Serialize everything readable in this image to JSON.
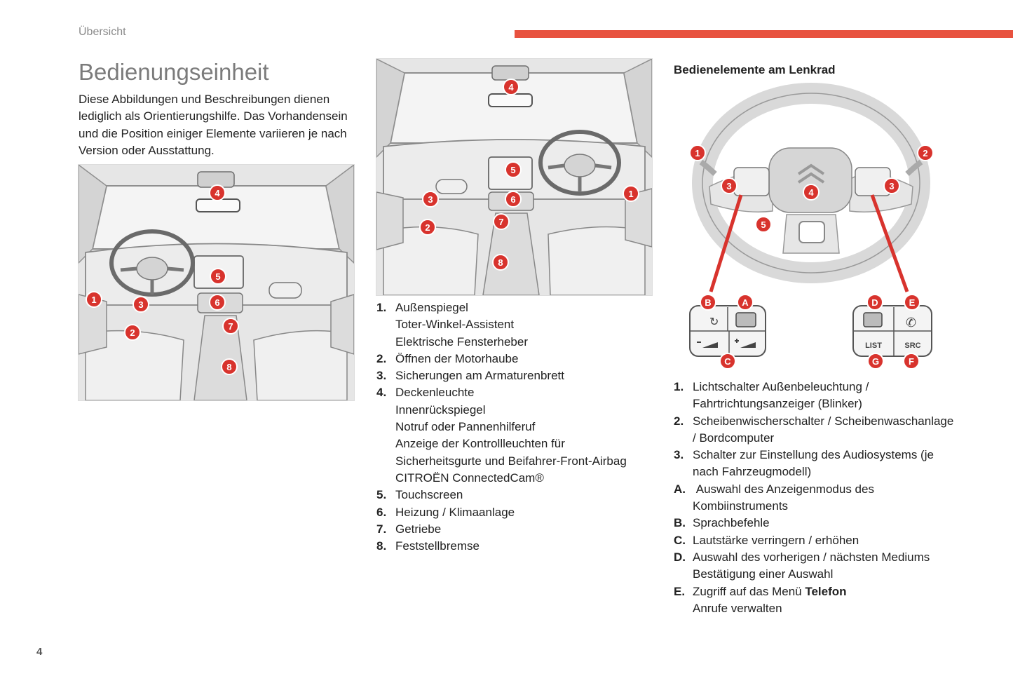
{
  "header": {
    "section": "Übersicht"
  },
  "title": "Bedienungseinheit",
  "intro": "Diese Abbildungen und Beschreibungen dienen lediglich als Orientierungshilfe. Das Vorhandensein und die Position einiger Elemente variieren je nach Version oder Ausstattung.",
  "colors": {
    "accent": "#e8523f",
    "marker": "#d8332d",
    "illustration_bg": "#e6e6e6"
  },
  "figure_left": {
    "markers": [
      "4",
      "5",
      "6",
      "7",
      "8",
      "1",
      "3",
      "2"
    ]
  },
  "figure_mid": {
    "markers": [
      "4",
      "5",
      "6",
      "7",
      "8",
      "3",
      "2",
      "1"
    ]
  },
  "steering": {
    "title": "Bedienelemente am Lenkrad",
    "markers": [
      "1",
      "2",
      "3",
      "3",
      "4",
      "5"
    ],
    "letter_markers": [
      "A",
      "B",
      "C",
      "D",
      "E",
      "F",
      "G"
    ],
    "left_pad": {
      "icons": [
        "voice-icon",
        "scroll-wheel-icon",
        "volume-down-icon",
        "volume-up-icon"
      ]
    },
    "right_pad": {
      "buttons": [
        "LIST",
        "SRC"
      ],
      "icons": [
        "scroll-wheel-icon",
        "phone-icon"
      ]
    }
  },
  "controls_list": [
    {
      "num": "1.",
      "lines": [
        "Außenspiegel",
        "Toter-Winkel-Assistent",
        "Elektrische Fensterheber"
      ]
    },
    {
      "num": "2.",
      "lines": [
        "Öffnen der Motorhaube"
      ]
    },
    {
      "num": "3.",
      "lines": [
        "Sicherungen am Armaturenbrett"
      ]
    },
    {
      "num": "4.",
      "lines": [
        "Deckenleuchte",
        "Innenrückspiegel",
        "Notruf oder Pannenhilferuf",
        "Anzeige der Kontrollleuchten für Sicherheitsgurte und Beifahrer-Front-Airbag",
        "CITROËN ConnectedCam®"
      ]
    },
    {
      "num": "5.",
      "lines": [
        "Touchscreen"
      ]
    },
    {
      "num": "6.",
      "lines": [
        "Heizung / Klimaanlage"
      ]
    },
    {
      "num": "7.",
      "lines": [
        "Getriebe"
      ]
    },
    {
      "num": "8.",
      "lines": [
        "Feststellbremse"
      ]
    }
  ],
  "wheel_list": [
    {
      "num": "1.",
      "text": "Lichtschalter Außenbeleuchtung / Fahrtrichtungsanzeiger (Blinker)"
    },
    {
      "num": "2.",
      "text": "Scheibenwischerschalter / Scheibenwaschanlage / Bordcomputer"
    },
    {
      "num": "3.",
      "text": "Schalter zur Einstellung des Audiosystems (je nach Fahrzeugmodell)"
    },
    {
      "num": "A.",
      "text": " Auswahl des Anzeigenmodus des Kombiinstruments"
    },
    {
      "num": "B.",
      "text": "Sprachbefehle"
    },
    {
      "num": "C.",
      "text": "Lautstärke verringern / erhöhen"
    },
    {
      "num": "D.",
      "text": "Auswahl des vorherigen / nächsten Mediums",
      "extra": "Bestätigung einer Auswahl"
    },
    {
      "num": "E.",
      "text": "Zugriff auf das Menü ",
      "bold": "Telefon",
      "extra": "Anrufe verwalten"
    }
  ],
  "page_number": "4"
}
